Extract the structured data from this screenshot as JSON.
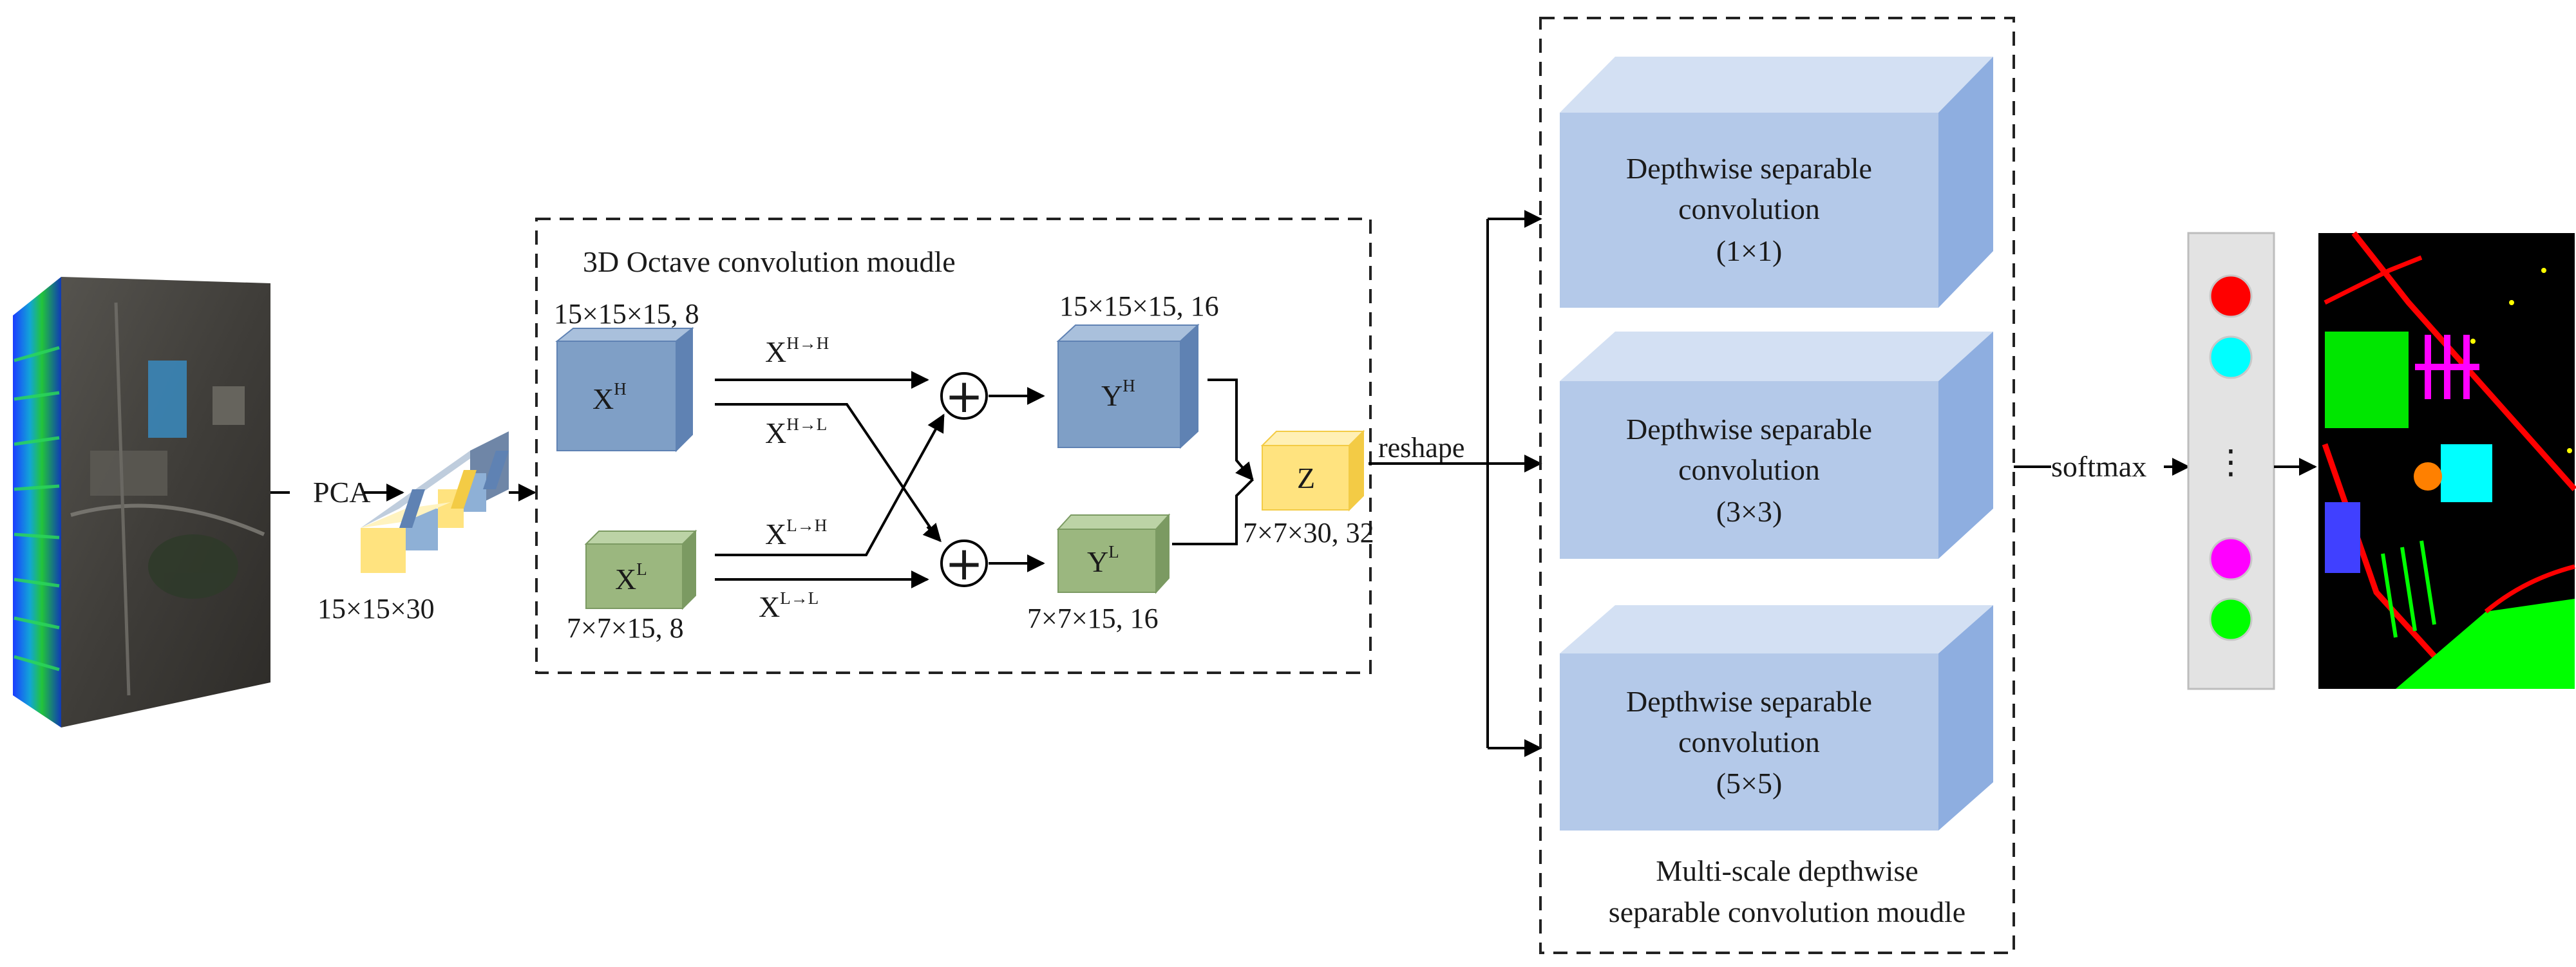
{
  "input": {
    "dims_label": "15×15×30",
    "pca_label": "PCA"
  },
  "octave_module": {
    "title": "3D Octave convolution moudle",
    "xh": {
      "base": "X",
      "sup": "H",
      "dims": "15×15×15, 8"
    },
    "xl": {
      "base": "X",
      "sup": "L",
      "dims": "7×7×15, 8"
    },
    "x_hh": {
      "base": "X",
      "sup": "H→H"
    },
    "x_hl": {
      "base": "X",
      "sup": "H→L"
    },
    "x_lh": {
      "base": "X",
      "sup": "L→H"
    },
    "x_ll": {
      "base": "X",
      "sup": "L→L"
    },
    "plus_symbol": "+",
    "yh": {
      "base": "Y",
      "sup": "H",
      "dims": "15×15×15, 16"
    },
    "yl": {
      "base": "Y",
      "sup": "L",
      "dims": "7×7×15, 16"
    },
    "z": {
      "label": "Z",
      "dims": "7×7×30, 32"
    }
  },
  "reshape_label": "reshape",
  "multiscale_module": {
    "title_line1": "Multi-scale depthwise",
    "title_line2": "separable convolution moudle",
    "blocks": [
      {
        "line1": "Depthwise separable",
        "line2": "convolution",
        "kernel": "(1×1)"
      },
      {
        "line1": "Depthwise separable",
        "line2": "convolution",
        "kernel": "(3×3)"
      },
      {
        "line1": "Depthwise separable",
        "line2": "convolution",
        "kernel": "(5×5)"
      }
    ]
  },
  "softmax_label": "softmax",
  "output": {
    "ellipsis": "⋮",
    "class_colors": [
      "#ff0000",
      "#00ffff",
      "#ff00ff",
      "#00ff00"
    ]
  },
  "colors": {
    "blue_cube_front": "#7f9fc6",
    "blue_cube_top": "#a9c0dc",
    "blue_cube_side": "#5f82b3",
    "green_cube_front": "#9bb77f",
    "green_cube_top": "#bcd3a6",
    "green_cube_side": "#7b9a62",
    "yellow_cube_front": "#ffe37f",
    "yellow_cube_top": "#fff0b5",
    "yellow_cube_side": "#f3cb45",
    "conv_front": "#b4c9e9",
    "conv_top": "#d3e0f3",
    "conv_side": "#8eaee0",
    "classifier_panel": "#e3e3e3"
  }
}
